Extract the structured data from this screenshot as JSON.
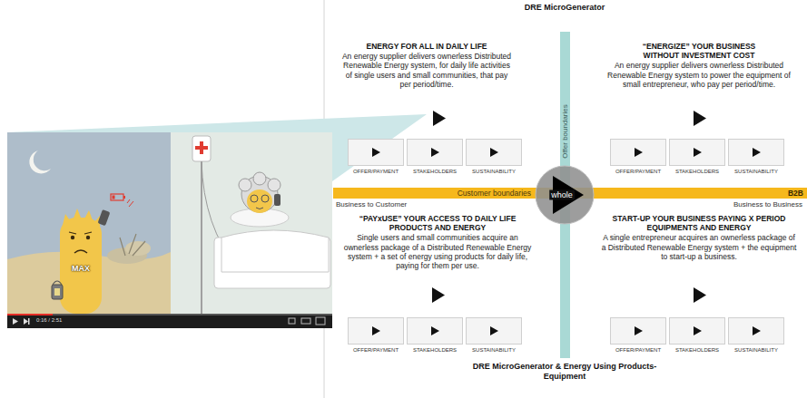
{
  "diagram": {
    "nodes": [
      {
        "text": [
          "OFFER/PAYMENT"
        ]
      },
      {
        "text": [
          "STAKEHOLDERS"
        ]
      },
      {
        "text": [
          "SUSTAINABILITY"
        ]
      },
      {
        "text": [
          "OFFER/PAYMENT"
        ]
      },
      {
        "text": [
          "STAKEHOLDERS"
        ]
      },
      {
        "text": [
          "SUSTAINABILITY"
        ]
      },
      {
        "text": [
          "Offer boundaries"
        ]
      },
      {
        "text": [
          "Customer boundaries",
          "B2B"
        ]
      },
      {
        "text": [
          "whole"
        ]
      },
      {
        "text": [
          "OFFER/PAYMENT"
        ]
      },
      {
        "text": [
          "STAKEHOLDERS"
        ]
      },
      {
        "text": [
          "SUSTAINABILITY"
        ]
      },
      {
        "text": [
          "OFFER/PAYMENT"
        ]
      },
      {
        "text": [
          "STAKEHOLDERS"
        ]
      },
      {
        "text": [
          "SUSTAINABILITY"
        ]
      }
    ],
    "labels": [
      "DRE MicroGenerator",
      "ENERGY FOR ALL IN DAILY LIFE",
      "An energy supplier delivers ownerless Distributed Renewable Energy system, for daily life activities of single users and small communities, that pay per period/time.",
      "“ENERGIZE” YOUR BUSINESS WITHOUT INVESTMENT COST",
      "An energy supplier delivers ownerless Distributed Renewable Energy system to power the equipment of small entrepreneur, who pay per period/time.",
      "Business to Customer",
      "Business to Business",
      "“PAYxUSE” YOUR ACCESS TO DAILY LIFE PRODUCTS AND ENERGY",
      "Single users and small communities acquire an ownerless package of a Distributed Renewable Energy system + a set of energy using products for daily life, paying for them per use.",
      "START-UP YOUR BUSINESS PAYING X PERIOD EQUIPMENTS AND ENERGY",
      "A single entrepreneur acquires an ownerless package of a Distributed Renewable Energy system + the equipment to start-up a business.",
      "DRE MicroGenerator & Energy Using Products-Equipment",
      "MAX",
      "0:16 / 2:51"
    ]
  }
}
